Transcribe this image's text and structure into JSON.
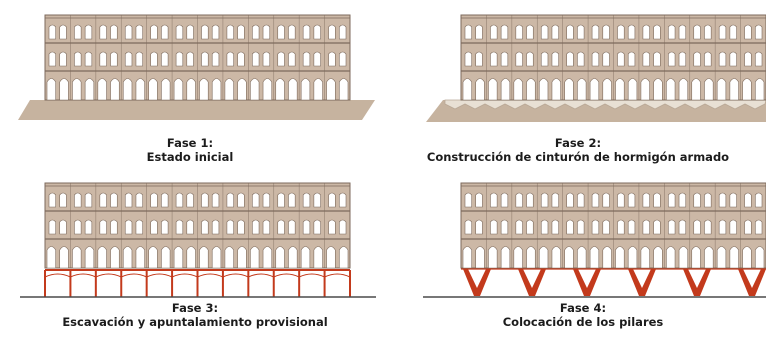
{
  "phases": [
    {
      "label": "Fase 1:",
      "description": "Estado inicial"
    },
    {
      "label": "Fase 2:",
      "description": "Construcción de cinturón de hormigón armado"
    },
    {
      "label": "Fase 3:",
      "description": "Escavación y apuntalamiento provisional"
    },
    {
      "label": "Fase 4:",
      "description": "Colocación de los pilares"
    }
  ],
  "colors": {
    "facade": "#ccb8a6",
    "facade_outline": "#7d6a5c",
    "window": "#ffffff",
    "ground": "#c6b39f",
    "belt": "#e8e0d4",
    "red": "#c33a1c",
    "ground_line": "#4a4a4a"
  }
}
